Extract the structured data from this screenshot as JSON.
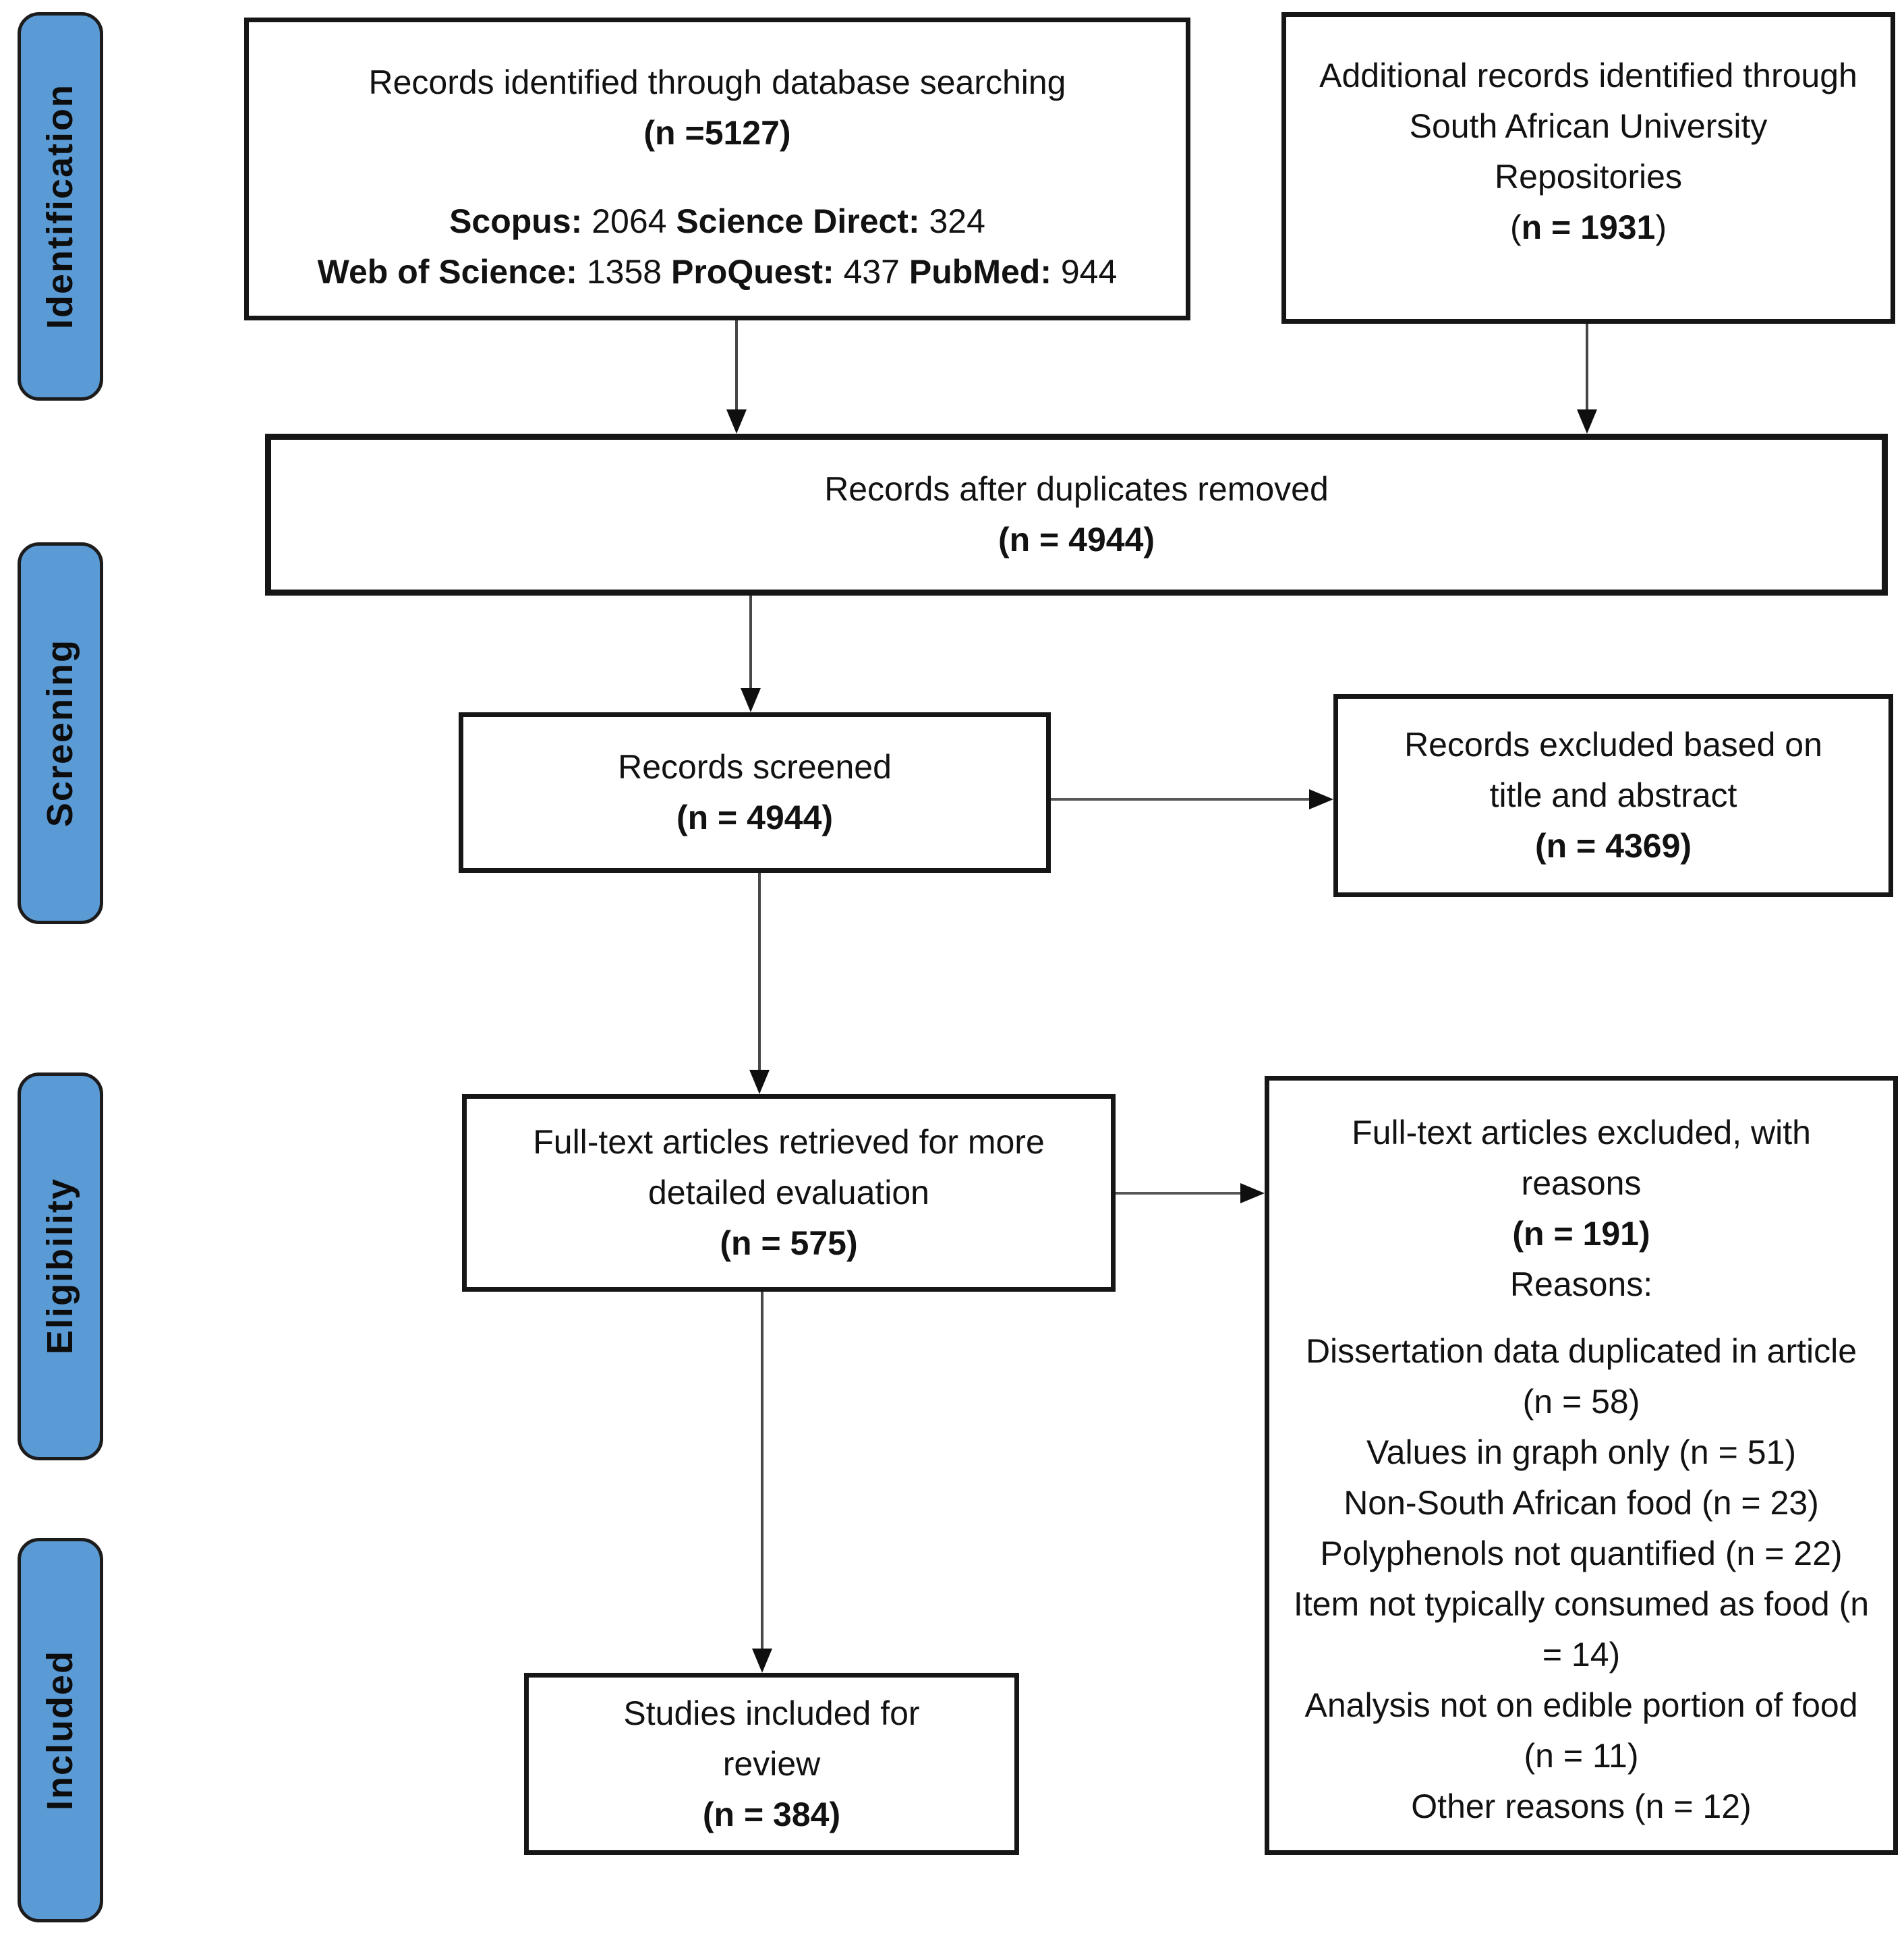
{
  "diagram": {
    "type": "prisma-flowchart",
    "colors": {
      "stage_fill": "#5b9bd5",
      "stage_border": "#1c1c1c",
      "box_border": "#161616",
      "arrow": "#474747",
      "text": "#121212",
      "background": "#ffffff"
    },
    "stages": [
      {
        "label": "Identification"
      },
      {
        "label": "Screening"
      },
      {
        "label": "Eligibility"
      },
      {
        "label": "Included"
      }
    ],
    "boxes": {
      "identified": {
        "title": "Records identified through database searching",
        "count": "(n =5127)",
        "sources_line1": [
          {
            "text": "Scopus:",
            "bold": true
          },
          {
            "text": " 2064 ",
            "bold": false
          },
          {
            "text": "Science Direct:",
            "bold": true
          },
          {
            "text": " 324",
            "bold": false
          }
        ],
        "sources_line2": [
          {
            "text": "Web of Science:",
            "bold": true
          },
          {
            "text": " 1358 ",
            "bold": false
          },
          {
            "text": "ProQuest:",
            "bold": true
          },
          {
            "text": " 437 ",
            "bold": false
          },
          {
            "text": "PubMed:",
            "bold": true
          },
          {
            "text": " 944",
            "bold": false
          }
        ]
      },
      "additional": {
        "title": "Additional records identified through South African University Repositories",
        "count_open": "(",
        "count_bold": "n = 1931",
        "count_close": ")"
      },
      "duplicates": {
        "title": "Records after duplicates removed",
        "count": "(n = 4944)"
      },
      "screened": {
        "title": "Records screened",
        "count": "(n = 4944)"
      },
      "excluded_title_abstract": {
        "title": "Records excluded based on title and abstract",
        "count": "(n = 4369)"
      },
      "fulltext": {
        "title": "Full-text articles retrieved for more detailed evaluation",
        "count": "(n = 575)"
      },
      "fulltext_excluded": {
        "title": "Full-text articles excluded, with reasons",
        "count": "(n = 191)",
        "reasons_label": "Reasons:",
        "reasons": [
          "Dissertation data duplicated in article (n = 58)",
          "Values in graph only (n = 51)",
          "Non-South African food (n = 23)",
          "Polyphenols not quantified (n = 22)",
          "Item not typically consumed as food (n = 14)",
          "Analysis not on edible portion of food (n = 11)",
          "Other reasons (n = 12)"
        ]
      },
      "included_studies": {
        "title": "Studies included for review",
        "count": "(n = 384)"
      }
    },
    "arrows": [
      {
        "name": "database-searching-to-duplicates",
        "direction": "down"
      },
      {
        "name": "repositories-to-duplicates",
        "direction": "down"
      },
      {
        "name": "duplicates-to-screened",
        "direction": "down"
      },
      {
        "name": "screened-to-excluded",
        "direction": "right"
      },
      {
        "name": "screened-to-fulltext",
        "direction": "down"
      },
      {
        "name": "fulltext-to-excluded-reasons",
        "direction": "right"
      },
      {
        "name": "fulltext-to-included",
        "direction": "down"
      }
    ]
  }
}
